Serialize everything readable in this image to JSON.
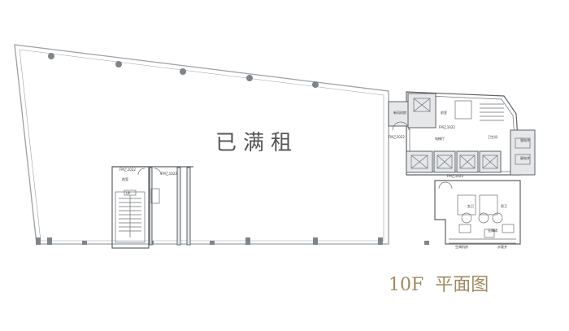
{
  "floor_plan": {
    "status_text": "已满租",
    "title": "10F  平面图",
    "room_labels": {
      "core_top_1": "新风机房",
      "core_top_2": "前室",
      "core_door_1": "FM乙1022",
      "core_door_2": "FM乙1022",
      "core_right_1": "电梯厅",
      "core_right_2": "强电井",
      "core_right_3": "弱电井",
      "core_right_4": "卫生间",
      "core_mid_1": "FM乙1022",
      "core_bottom_1": "女卫",
      "core_bottom_2": "男卫",
      "core_bottom_3": "无障碍",
      "core_bottom_4": "空调机房",
      "core_bottom_5": "水管井",
      "stair_1": "FM乙1022",
      "stair_2": "FM乙1022",
      "stair_3": "前室",
      "stair_4": "UP"
    },
    "colors": {
      "wall": "#9aa0a6",
      "core": "#5f6368",
      "title": "#a08a5f",
      "status": "#555555"
    }
  }
}
